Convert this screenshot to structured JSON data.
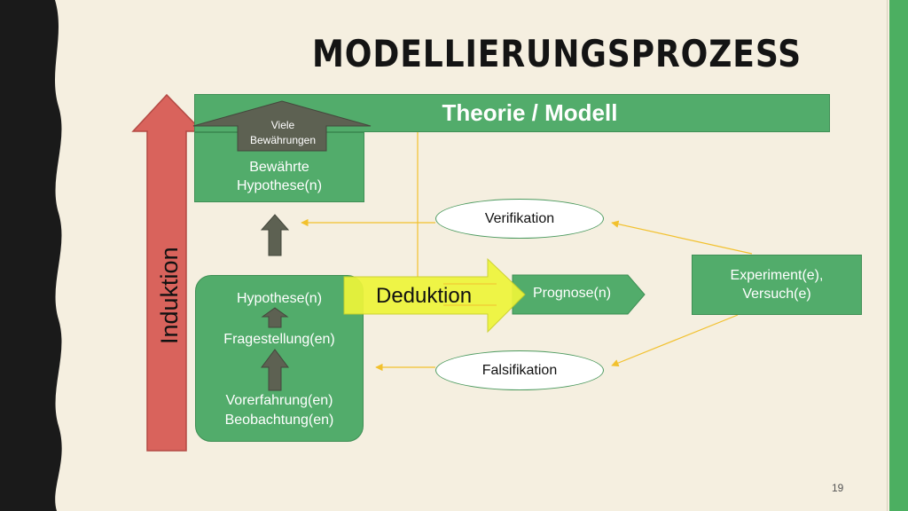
{
  "title": "MODELLIERUNGSPROZESS",
  "theorie": "Theorie / Modell",
  "viele_line1": "Viele",
  "viele_line2": "Bewährungen",
  "bewaehrt_line1": "Bewährte",
  "bewaehrt_line2": "Hypothese(n)",
  "hypothese": "Hypothese(n)",
  "fragestellung": "Fragestellung(en)",
  "vorerfahrung": "Vorerfahrung(en)",
  "beobachtung": "Beobachtung(en)",
  "deduktion": "Deduktion",
  "prognose": "Prognose(n)",
  "experiment_line1": "Experiment(e),",
  "experiment_line2": "Versuch(e)",
  "verifikation": "Verifikation",
  "falsifikation": "Falsifikation",
  "induktion": "Induktion",
  "page_number": "19",
  "colors": {
    "green": "#52ac6b",
    "red_arrow": "#d9635c",
    "yellow_arrow": "#eef53a",
    "connector": "#f2c12e",
    "grey_arrow": "#5d6152",
    "background": "#f5efe0"
  }
}
